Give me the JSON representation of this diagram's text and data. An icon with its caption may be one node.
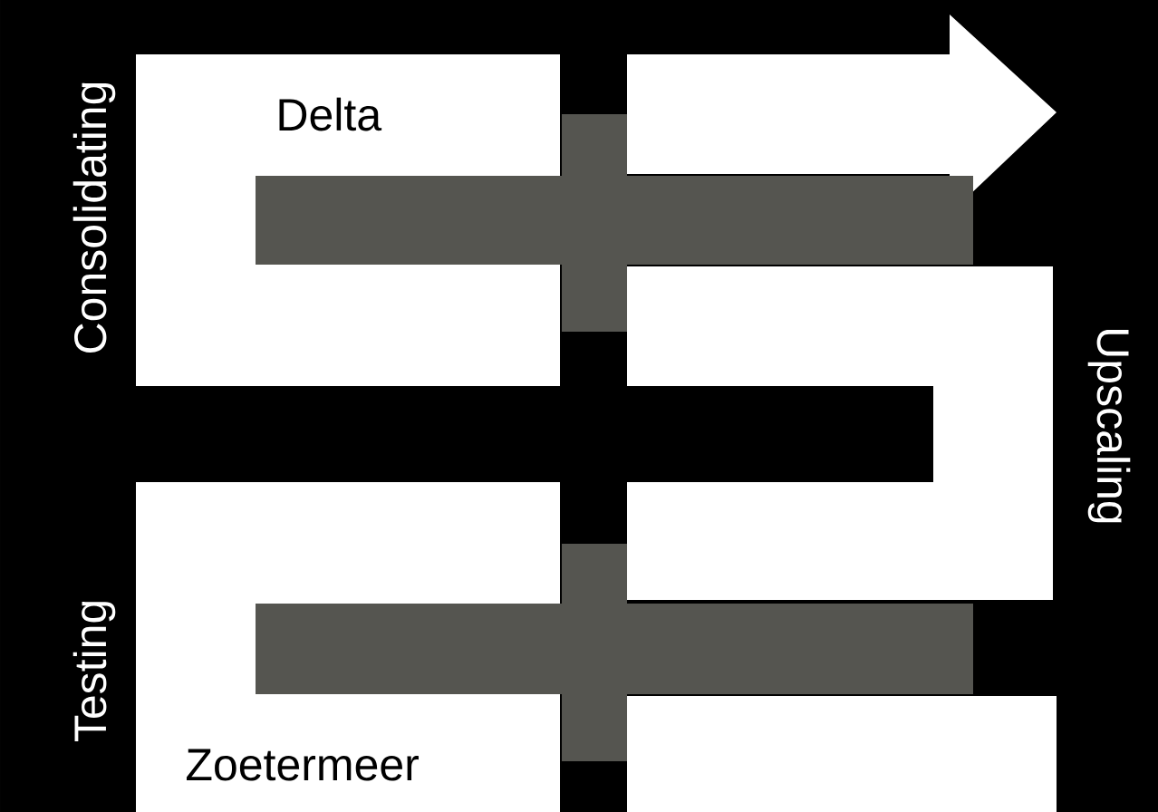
{
  "diagram": {
    "labels": [
      "Consolidating",
      "Delta",
      "Upscaling",
      "Testing",
      "Zoetermeer"
    ]
  }
}
